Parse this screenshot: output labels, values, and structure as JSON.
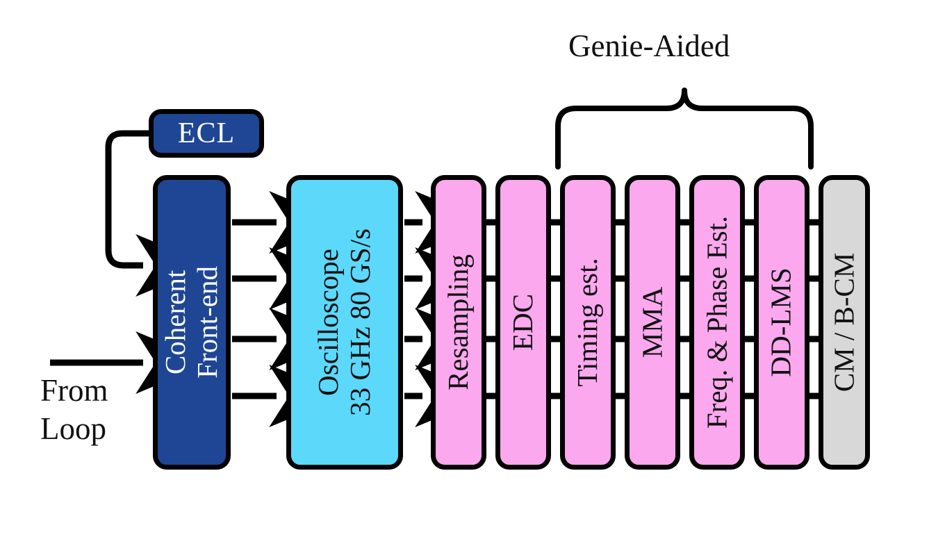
{
  "diagram": {
    "title_text": "Genie-Aided",
    "input_label": "From\nLoop",
    "colors": {
      "navy": "#1f4694",
      "cyan": "#5cd8fb",
      "pink": "#fba8ee",
      "gray": "#d8d8d8",
      "outline": "#000000",
      "background": "#ffffff"
    },
    "blocks": [
      {
        "id": "ecl",
        "label": "ECL",
        "color": "navy",
        "text_color": "white",
        "orientation": "horizontal"
      },
      {
        "id": "cfe",
        "label": "Coherent\nFront-end",
        "color": "navy",
        "text_color": "white",
        "orientation": "vertical"
      },
      {
        "id": "osc",
        "label": "Oscilloscope\n33 GHz 80 GS/s",
        "color": "cyan",
        "text_color": "black",
        "orientation": "vertical"
      },
      {
        "id": "res",
        "label": "Resampling",
        "color": "pink",
        "text_color": "black",
        "orientation": "vertical"
      },
      {
        "id": "edc",
        "label": "EDC",
        "color": "pink",
        "text_color": "black",
        "orientation": "vertical"
      },
      {
        "id": "tim",
        "label": "Timing est.",
        "color": "pink",
        "text_color": "black",
        "orientation": "vertical"
      },
      {
        "id": "mma",
        "label": "MMA",
        "color": "pink",
        "text_color": "black",
        "orientation": "vertical"
      },
      {
        "id": "fpe",
        "label": "Freq. & Phase Est.",
        "color": "pink",
        "text_color": "black",
        "orientation": "vertical"
      },
      {
        "id": "dlm",
        "label": "DD-LMS",
        "color": "pink",
        "text_color": "black",
        "orientation": "vertical"
      },
      {
        "id": "cm",
        "label": "CM / B-CM",
        "color": "gray",
        "text_color": "black",
        "orientation": "vertical"
      }
    ],
    "block_labels": {
      "ecl": "ECL",
      "cfe_line1": "Coherent",
      "cfe_line2": "Front-end",
      "osc_line1": "Oscilloscope",
      "osc_line2": "33 GHz 80 GS/s",
      "res": "Resampling",
      "edc": "EDC",
      "tim": "Timing est.",
      "mma": "MMA",
      "fpe": "Freq. & Phase Est.",
      "dlm": "DD-LMS",
      "cm": "CM / B-CM"
    },
    "brace": {
      "label": "Genie-Aided",
      "spans_blocks": [
        "tim",
        "mma",
        "fpe",
        "dlm"
      ]
    },
    "signal_lanes": 4,
    "lane_y": [
      320,
      401,
      488,
      570
    ],
    "feedback": {
      "from": "ecl",
      "to": "cfe",
      "description": "local oscillator feed from ECL into Coherent Front-end"
    }
  }
}
